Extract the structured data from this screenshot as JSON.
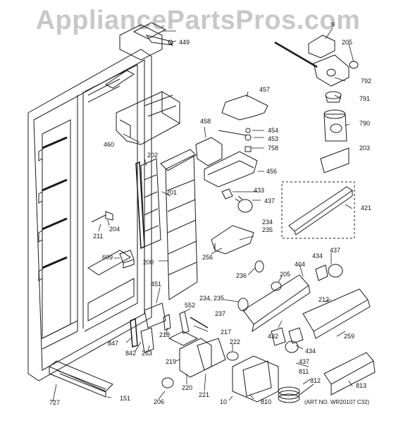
{
  "watermark": "AppliancePartsPros.com",
  "art_number": "(ART NO. WR20107 C32)",
  "part_labels": {
    "p9": "9",
    "p449": "449",
    "p205a": "205",
    "p792": "792",
    "p791": "791",
    "p457": "457",
    "p790": "790",
    "p460": "460",
    "p458": "458",
    "p454": "454",
    "p453": "453",
    "p758": "758",
    "p203": "203",
    "p202": "202",
    "p456": "456",
    "p433": "433",
    "p437a": "437",
    "p201": "201",
    "p421": "421",
    "p211": "211",
    "p204": "204",
    "p234a": "234",
    "p235a": "235",
    "p609": "609",
    "p200": "200",
    "p256": "256",
    "p236": "236",
    "p205b": "205",
    "p404": "404",
    "p434a": "434",
    "p437b": "437",
    "p451": "451",
    "p234b": "234, 235",
    "p552": "552",
    "p237": "237",
    "p212": "212",
    "p217": "217",
    "p432": "432",
    "p259": "259",
    "p847": "847",
    "p218": "218",
    "p222": "222",
    "p842": "842",
    "p263": "263",
    "p434b": "434",
    "p437c": "437",
    "p219": "219",
    "p811": "811",
    "p220": "220",
    "p221": "221",
    "p812": "812",
    "p813": "813",
    "p727": "727",
    "p151": "151",
    "p206": "206",
    "p10": "10",
    "p810": "810"
  }
}
